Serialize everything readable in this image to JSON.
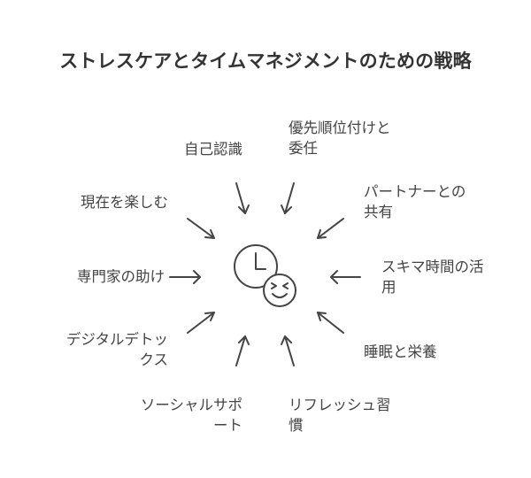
{
  "title": "ストレスケアとタイムマネジメントのための戦略",
  "center_icon": "clock-smiley-icon",
  "strategies": [
    {
      "label": "自己認識"
    },
    {
      "label": "優先順位付けと\n委任"
    },
    {
      "label": "パートナーとの\n共有"
    },
    {
      "label": "スキマ時間の活\n用"
    },
    {
      "label": "睡眠と栄養"
    },
    {
      "label": "リフレッシュ習\n慣"
    },
    {
      "label": "ソーシャルサポ\nート"
    },
    {
      "label": "デジタルデトッ\nクス"
    },
    {
      "label": "専門家の助け"
    },
    {
      "label": "現在を楽しむ"
    }
  ]
}
